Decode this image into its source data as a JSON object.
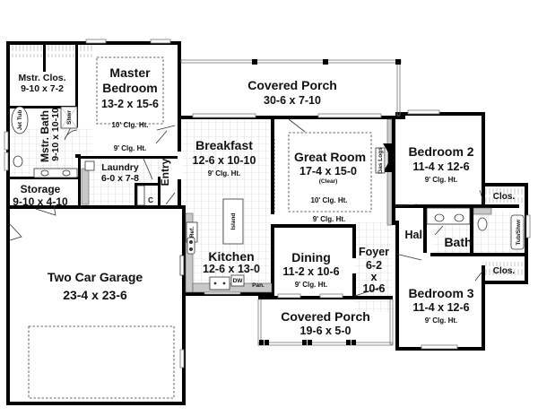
{
  "plan": {
    "rooms": {
      "master_closet": {
        "name": "Mstr. Clos.",
        "dims": "9-10 x 7-2"
      },
      "master_bedroom": {
        "name_1": "Master",
        "name_2": "Bedroom",
        "dims": "13-2 x 15-6",
        "ceiling_inner": "10' Clg. Ht.",
        "ceiling_outer": "9' Clg. Ht."
      },
      "master_bath": {
        "name": "Mstr. Bath",
        "dims": "9-10 x 10-10"
      },
      "covered_porch_rear": {
        "name": "Covered Porch",
        "dims": "30-6 x 7-10"
      },
      "breakfast": {
        "name": "Breakfast",
        "dims": "12-6 x 10-10",
        "ceiling": "9' Clg. Ht."
      },
      "great_room": {
        "name": "Great Room",
        "dims": "17-4 x 15-0",
        "note": "(Clear)",
        "ceiling_inner": "10' Clg. Ht.",
        "ceiling_outer": "9' Clg. Ht."
      },
      "bedroom_2": {
        "name": "Bedroom 2",
        "dims": "11-4 x 12-6",
        "ceiling": "9' Clg. Ht."
      },
      "laundry": {
        "name": "Laundry",
        "dims": "6-0 x 7-8"
      },
      "entry": {
        "name": "Entry"
      },
      "storage": {
        "name": "Storage",
        "dims": "9-10 x 4-10"
      },
      "kitchen": {
        "name": "Kitchen",
        "dims": "12-6 x 13-0"
      },
      "dining": {
        "name": "Dining",
        "dims": "11-2 x 10-6",
        "ceiling": "9' Clg. Ht."
      },
      "foyer": {
        "name": "Foyer",
        "dims_1": "6-2",
        "dims_x": "x",
        "dims_2": "10-6"
      },
      "hall": {
        "name": "Hall"
      },
      "bath": {
        "name": "Bath"
      },
      "bedroom_3": {
        "name": "Bedroom 3",
        "dims": "11-4 x 12-6",
        "ceiling": "9' Clg. Ht."
      },
      "garage": {
        "name": "Two Car Garage",
        "dims": "23-4 x 23-6"
      },
      "covered_porch_front": {
        "name": "Covered Porch",
        "dims": "19-6 x 5-0"
      },
      "closet_b2": {
        "name": "Clos."
      },
      "closet_b3": {
        "name": "Clos."
      }
    },
    "fixtures": {
      "jet_tub": "Jet Tub",
      "shower": "Shwr",
      "gas_logs": "Gas Logs",
      "refrigerator": "Ref.",
      "island": "Island",
      "dishwasher": "DW",
      "pantry": "Pan.",
      "coat_closet": "C",
      "tub_shower": "Tub/Shwr"
    }
  }
}
